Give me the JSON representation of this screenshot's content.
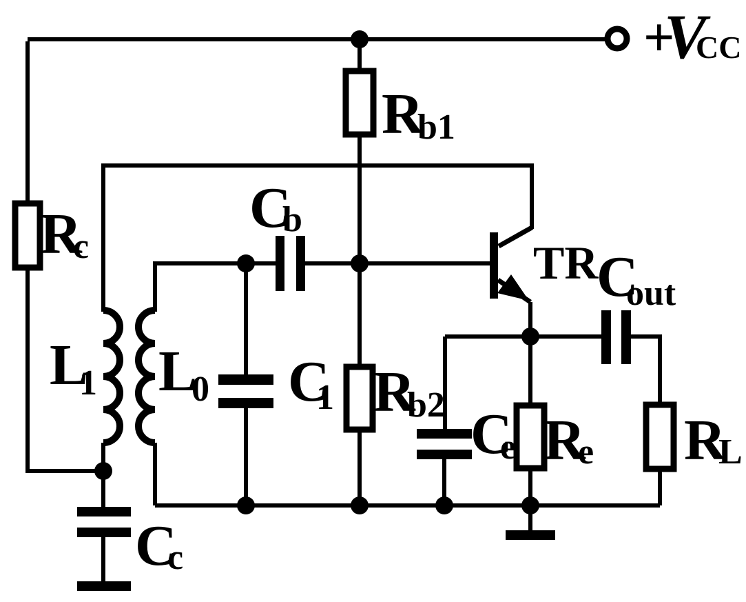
{
  "figure": {
    "kind": "circuit-schematic",
    "description": "Transformer-coupled transistor LC oscillator with output coupling capacitor and load",
    "ink_color": "#000000",
    "background_color": "#ffffff"
  },
  "labels": {
    "rc": {
      "main": "R",
      "sub": "c",
      "component": "resistor"
    },
    "rb1": {
      "main": "R",
      "sub": "b1",
      "component": "resistor"
    },
    "rb2": {
      "main": "R",
      "sub": "b2",
      "component": "resistor"
    },
    "re": {
      "main": "R",
      "sub": "e",
      "component": "resistor"
    },
    "rl": {
      "main": "R",
      "sub": "L",
      "component": "resistor"
    },
    "cb": {
      "main": "C",
      "sub": "b",
      "component": "capacitor"
    },
    "c1": {
      "main": "C",
      "sub": "1",
      "component": "capacitor"
    },
    "cc": {
      "main": "C",
      "sub": "c",
      "component": "capacitor"
    },
    "ce": {
      "main": "C",
      "sub": "e",
      "component": "capacitor"
    },
    "cout": {
      "main": "C",
      "sub": "out",
      "component": "capacitor"
    },
    "l1": {
      "main": "L",
      "sub": "1",
      "component": "inductor"
    },
    "l0": {
      "main": "L",
      "sub": "0",
      "component": "inductor"
    },
    "tr": {
      "main": "TR",
      "component": "npn-transistor"
    },
    "vcc": {
      "plus": "+",
      "main": "V",
      "sub": "CC",
      "component": "supply-terminal"
    }
  }
}
